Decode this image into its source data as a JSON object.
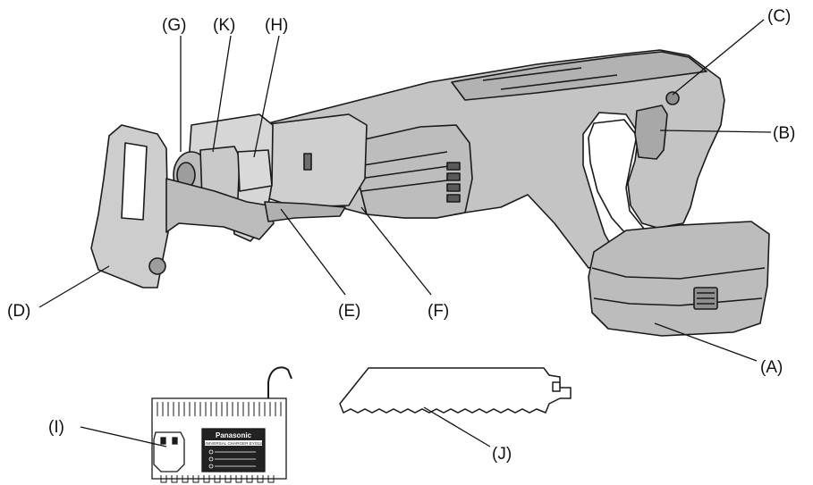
{
  "labels": {
    "A": "(A)",
    "B": "(B)",
    "C": "(C)",
    "D": "(D)",
    "E": "(E)",
    "F": "(F)",
    "G": "(G)",
    "H": "(H)",
    "I": "(I)",
    "J": "(J)",
    "K": "(K)"
  },
  "charger": {
    "brand": "Panasonic",
    "model_line": "UNIVERSAL CHARGER EY0110"
  },
  "colors": {
    "body": "#c2c2c2",
    "body_dark": "#8e8e8e",
    "outline": "#1a1a1a"
  }
}
